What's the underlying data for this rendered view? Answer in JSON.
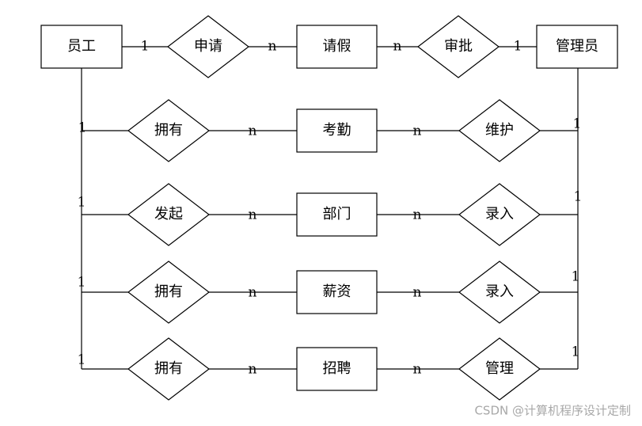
{
  "entities": {
    "employee": "员工",
    "leave": "请假",
    "admin": "管理员",
    "attendance": "考勤",
    "department": "部门",
    "salary": "薪资",
    "recruitment": "招聘"
  },
  "relations": {
    "apply": "申请",
    "approve": "审批",
    "have_attendance": "拥有",
    "maintain": "维护",
    "initiate": "发起",
    "enter_department": "录入",
    "have_salary": "拥有",
    "enter_salary": "录入",
    "have_recruitment": "拥有",
    "manage": "管理"
  },
  "cardinality": {
    "one": "1",
    "many": "n"
  },
  "watermark": "CSDN @计算机程序设计定制"
}
